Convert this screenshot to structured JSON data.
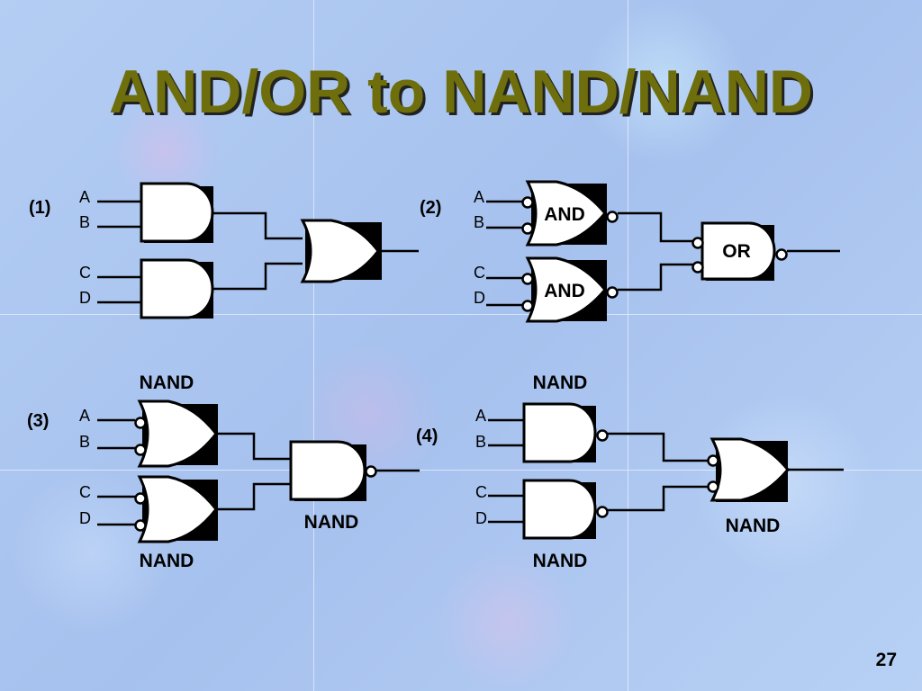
{
  "title": "AND/OR to NAND/NAND",
  "page_number": "27",
  "circuits": [
    {
      "number": "(1)",
      "inputs": [
        "A",
        "B",
        "C",
        "D"
      ]
    },
    {
      "number": "(2)",
      "inputs": [
        "A",
        "B",
        "C",
        "D"
      ],
      "gate_labels": [
        "AND",
        "AND",
        "OR"
      ]
    },
    {
      "number": "(3)",
      "inputs": [
        "A",
        "B",
        "C",
        "D"
      ],
      "gate_labels": [
        "NAND",
        "NAND",
        "NAND"
      ]
    },
    {
      "number": "(4)",
      "inputs": [
        "A",
        "B",
        "C",
        "D"
      ],
      "gate_labels": [
        "NAND",
        "NAND",
        "NAND"
      ]
    }
  ]
}
